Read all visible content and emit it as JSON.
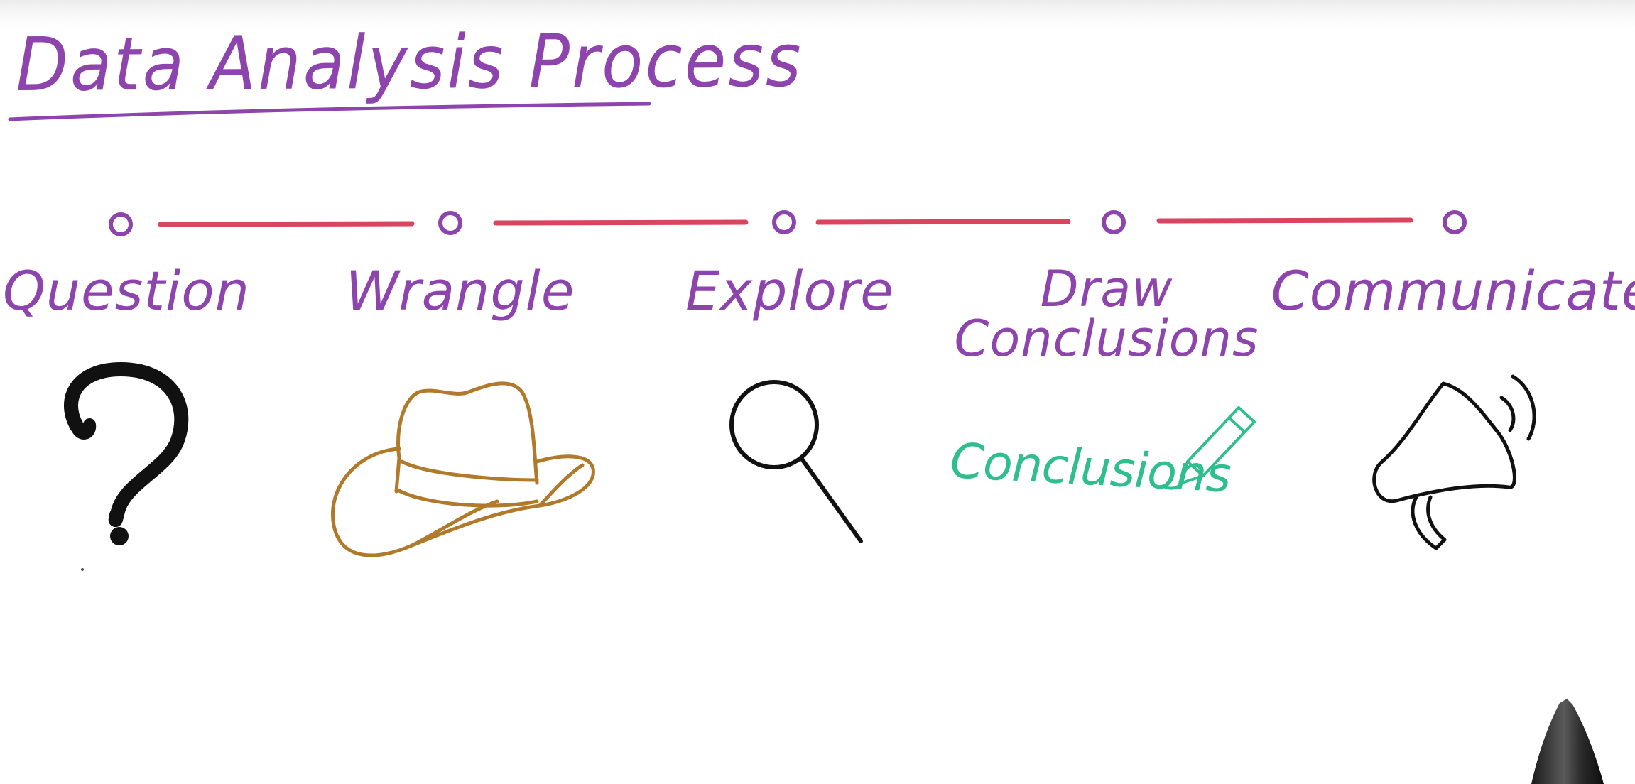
{
  "title": "Data Analysis Process",
  "steps": [
    {
      "label": "Question",
      "icon": "question-mark-icon"
    },
    {
      "label": "Wrangle",
      "icon": "cowboy-hat-icon"
    },
    {
      "label": "Explore",
      "icon": "magnifying-glass-icon"
    },
    {
      "label": "Draw Conclusions",
      "line1": "Draw",
      "line2": "Conclusions",
      "icon": "pencil-icon",
      "icon_text": "Conclusions"
    },
    {
      "label": "Communicate",
      "icon": "megaphone-icon"
    }
  ],
  "colors": {
    "title": "#8e44ad",
    "timeline_line": "#d9455f",
    "hat": "#b07a2a",
    "conclusions": "#2fbf8f",
    "icons": "#111111"
  }
}
